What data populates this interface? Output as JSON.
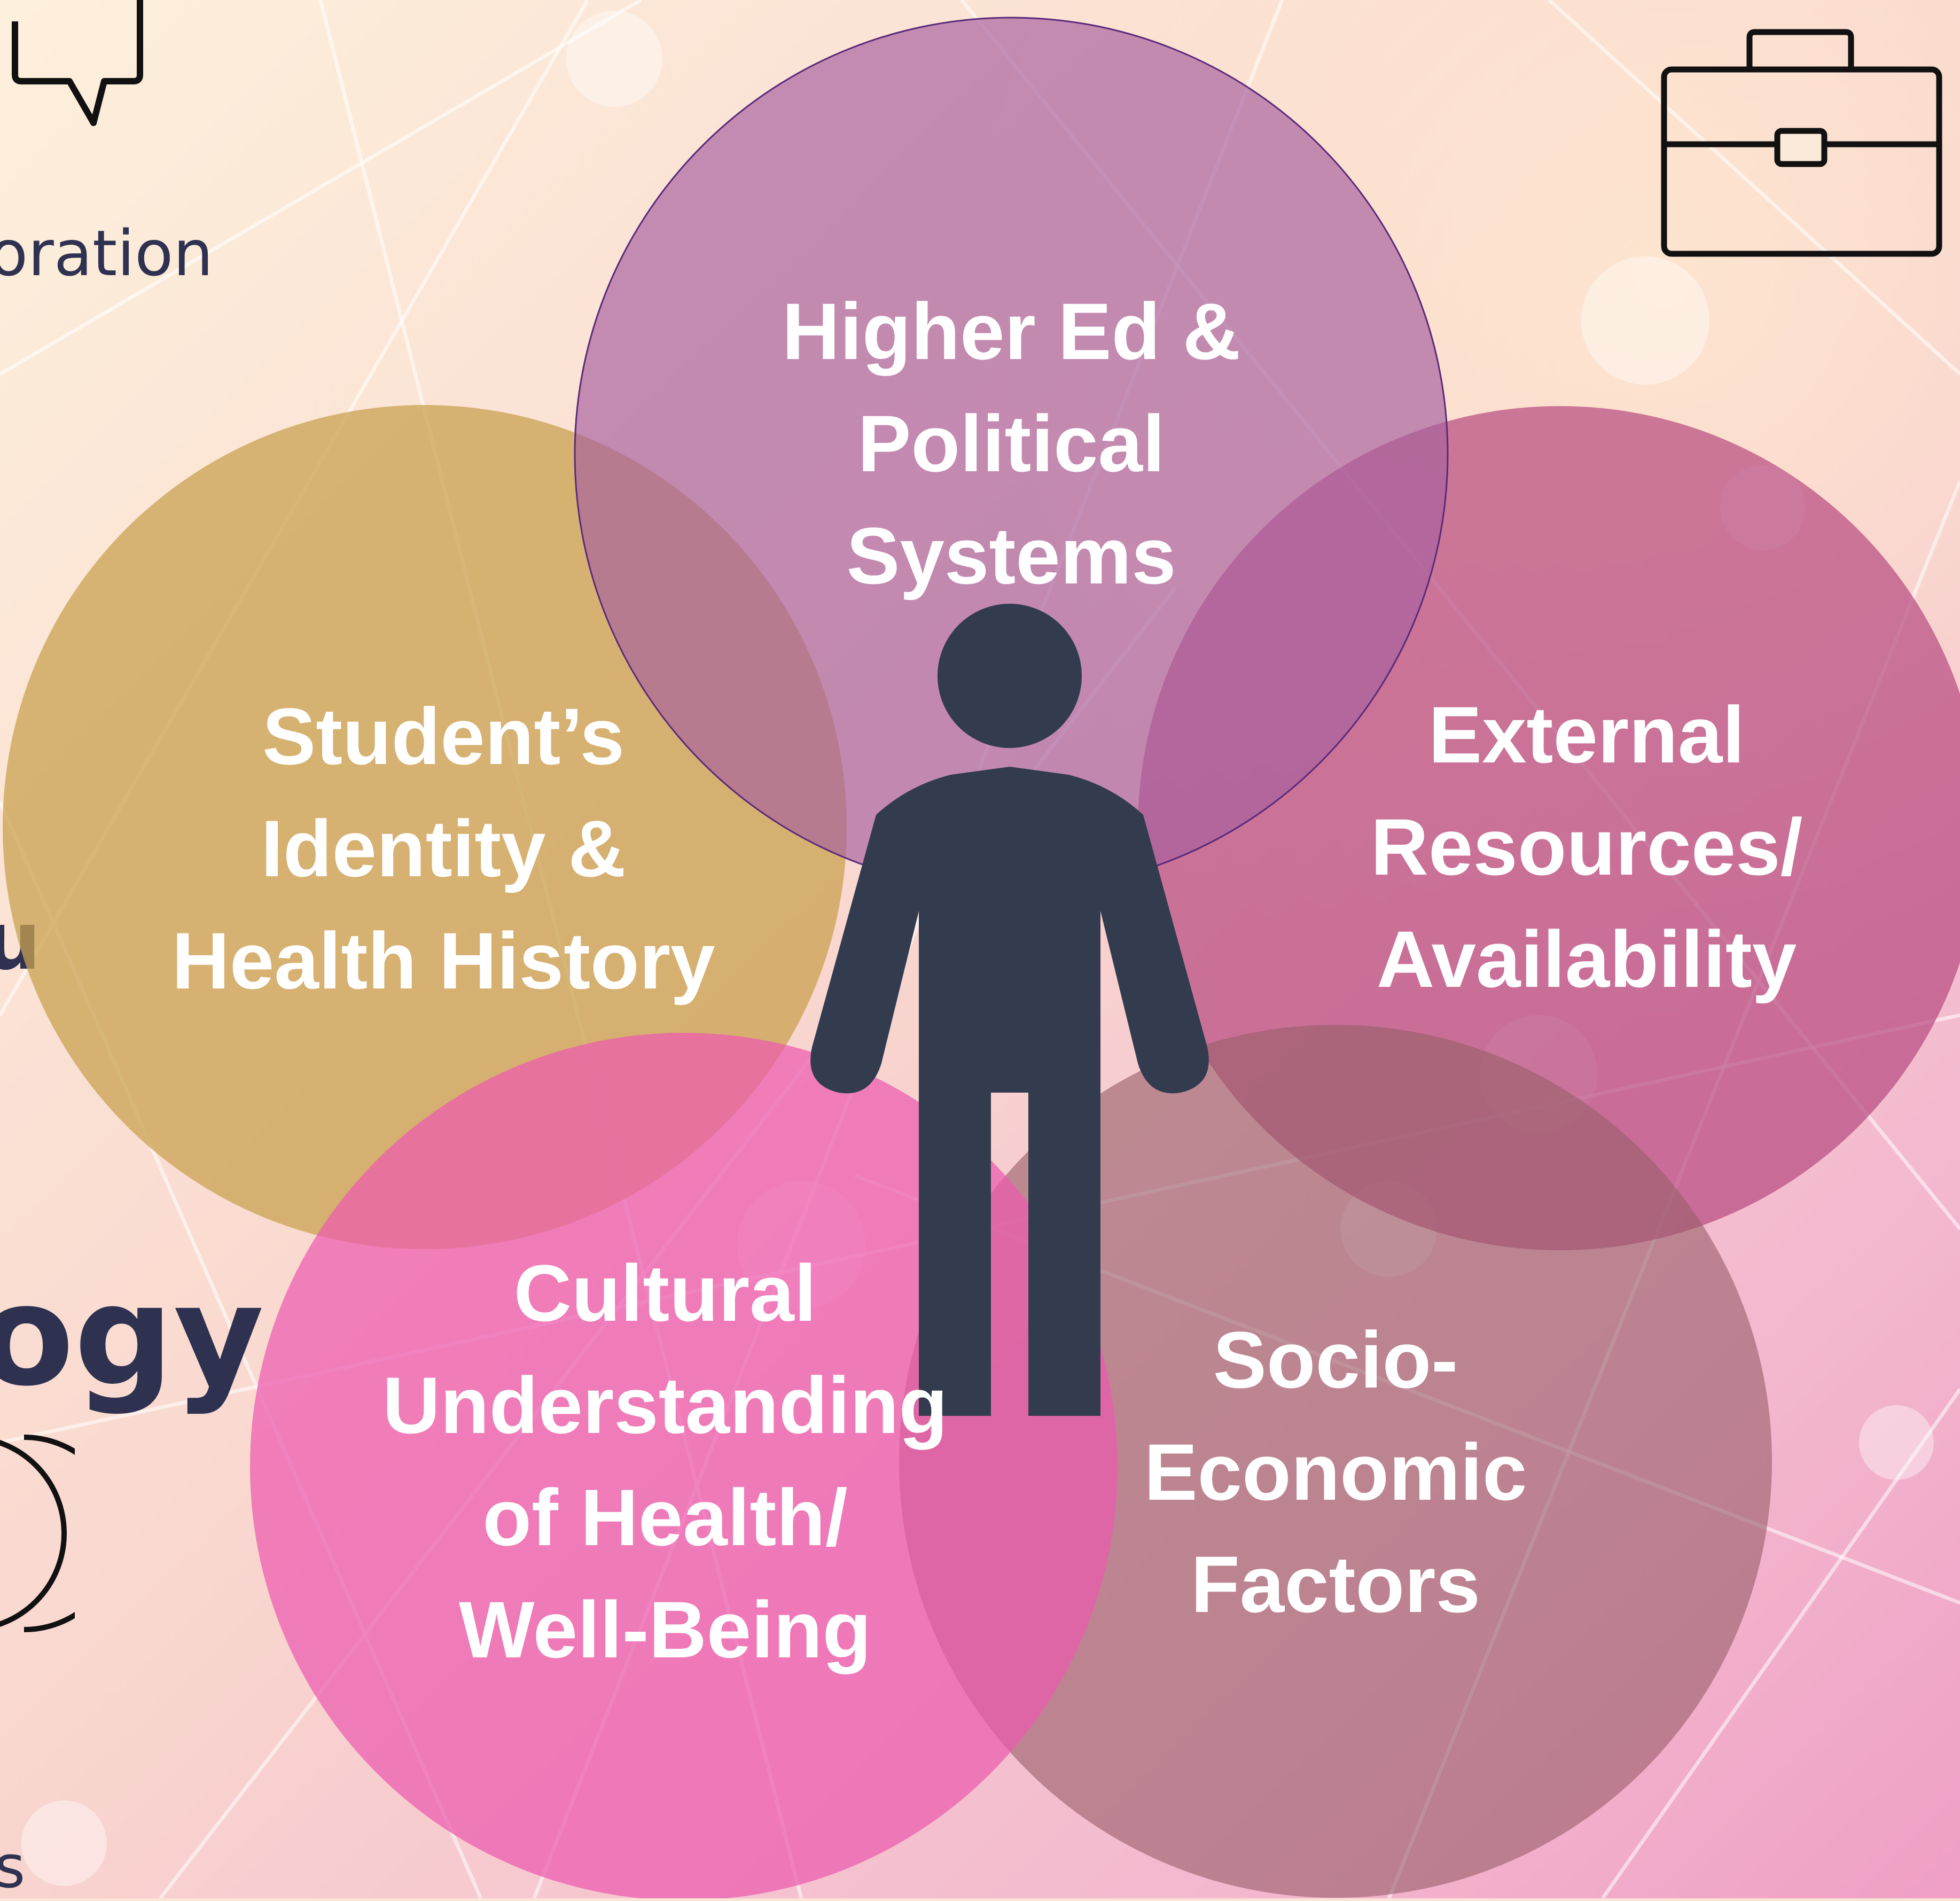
{
  "side_fragments": {
    "oration": "oration",
    "u": "u",
    "ogy": "ogy",
    "s": "s"
  },
  "diagram": {
    "circles": [
      {
        "id": "higher-ed",
        "label": "Higher Ed &\nPolitical\nSystems",
        "color": "#a8619f"
      },
      {
        "id": "student",
        "label": "Student’s\nIdentity &\nHealth History",
        "color": "#c9a250"
      },
      {
        "id": "external",
        "label": "External\nResources/\nAvailability",
        "color": "#b7497f"
      },
      {
        "id": "cultural",
        "label": "Cultural\nUnderstanding\nof Health/\nWell-Being",
        "color": "#ec5aae"
      },
      {
        "id": "socio",
        "label": "Socio-\nEconomic\nFactors",
        "color": "#9a5f6b"
      }
    ],
    "person_color": "#323c4e"
  },
  "icons": [
    "chat-bubble-icon",
    "briefcase-icon",
    "circle-outline-icon"
  ]
}
